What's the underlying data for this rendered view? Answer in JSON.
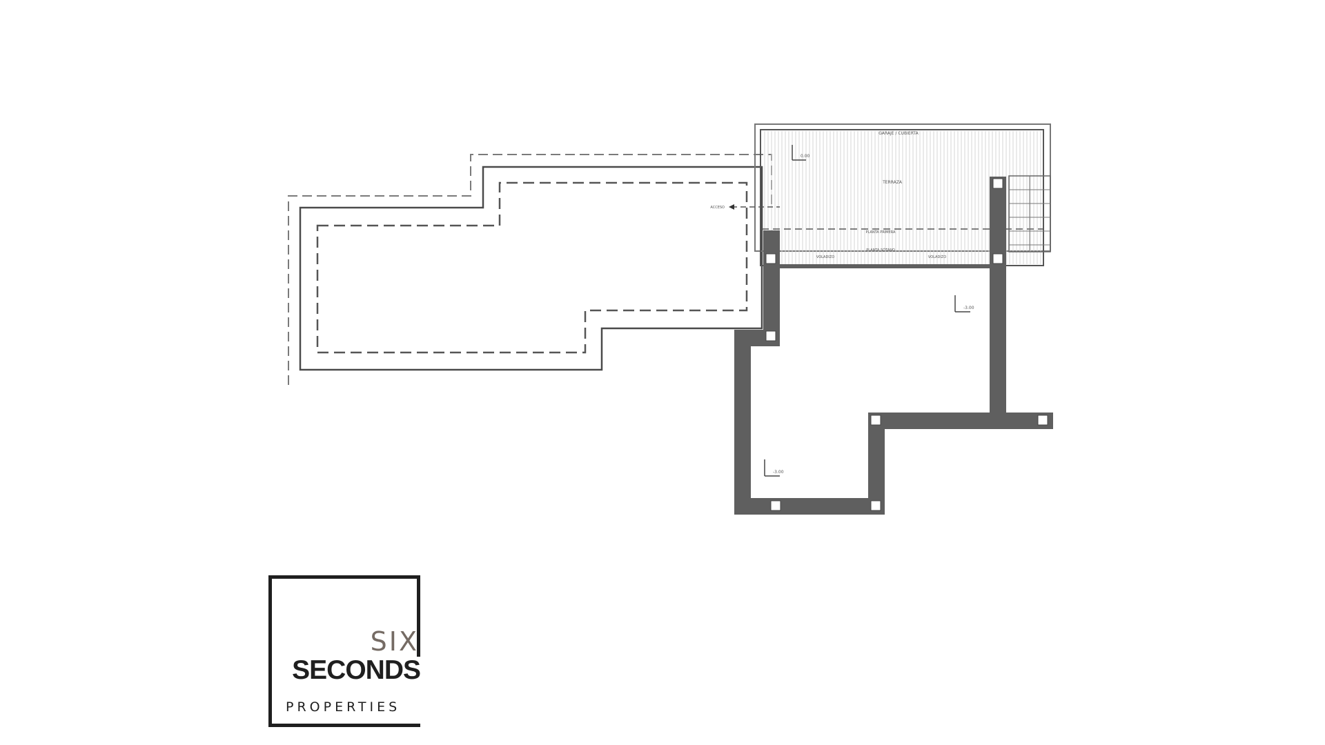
{
  "plan": {
    "labels": {
      "top_band": "GARAJE / CUBIERTA",
      "terrace": "TERRAZA",
      "arrow_note": "ACCESO",
      "mid_label": "PLANTA PRIMERA",
      "sub_label_left": "VOLADIZO",
      "sub_label_right": "VOLADIZO",
      "center_note": "PLANTA SÓTANO",
      "level_top": "0.00",
      "level_right": "-3.00",
      "level_bottom": "-3.00"
    }
  },
  "logo": {
    "line1": "SIX",
    "line2": "SECONDS",
    "line3": "PROPERTIES",
    "colors": {
      "dark": "#1f1f1f",
      "accent": "#756b64"
    }
  },
  "colors": {
    "wall": "#5f5f5f",
    "line": "#4a4a4a",
    "hatch": "#d6d6d6"
  }
}
